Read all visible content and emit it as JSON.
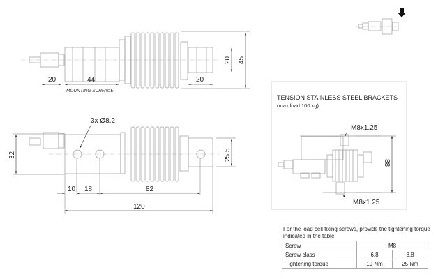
{
  "top_view": {
    "dims": {
      "left_connector": "20",
      "body": "44",
      "right_end": "20",
      "end_height": "20",
      "overall_height": "45"
    },
    "mounting_label": "MOUNTING SURFACE"
  },
  "side_view": {
    "hole_label": "3x Ø8.2",
    "dims": {
      "height": "32",
      "end_height": "25.5",
      "d1": "10",
      "d2": "18",
      "d3": "82",
      "overall_length": "120"
    }
  },
  "bracket_box": {
    "title": "TENSION STAINLESS STEEL BRACKETS",
    "subtitle": "(max load 100 kg)",
    "thread_top": "M8x1.25",
    "thread_bottom": "M8x1.25",
    "height_dim": "88"
  },
  "torque": {
    "note": "For the load cell fixing screws, provide the tightening torque indicated in the table",
    "rows": [
      {
        "label": "Screw",
        "values": [
          "M8"
        ]
      },
      {
        "label": "Screw class",
        "values": [
          "6.8",
          "8.8"
        ]
      },
      {
        "label": "Tightening torque",
        "values": [
          "19 Nm",
          "25 Nm"
        ]
      }
    ]
  }
}
